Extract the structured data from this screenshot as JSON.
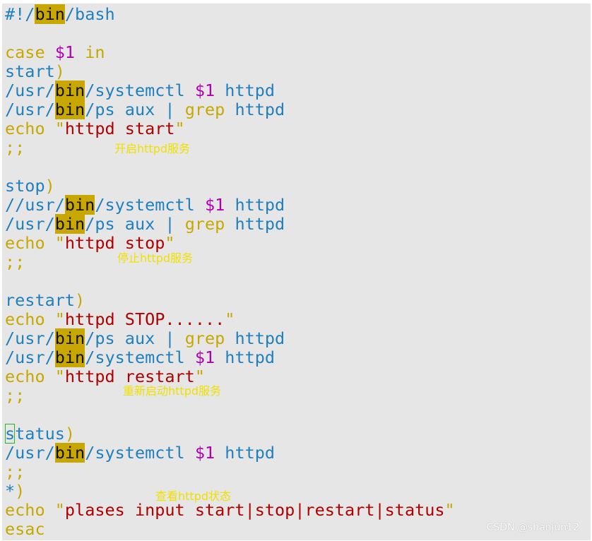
{
  "script": {
    "line1": {
      "a": "#!/",
      "b": "bin",
      "c": "/bash"
    },
    "line3": {
      "case": "case",
      "arg": "$1",
      "in": "in"
    },
    "line4": {
      "label": "start",
      "paren": ")"
    },
    "line5": {
      "p1": "/usr/",
      "p2": "bin",
      "p3": "/systemctl",
      "arg": "$1",
      "svc": "httpd"
    },
    "line6": {
      "p1": "/usr/",
      "p2": "bin",
      "p3": "/ps aux |",
      "grep": "grep",
      "svc": "httpd"
    },
    "line7": {
      "echo": "echo",
      "q1": "\"",
      "str": "httpd start",
      "q2": "\""
    },
    "line8": {
      "semi": ";;"
    },
    "line10": {
      "label": "stop",
      "paren": ")"
    },
    "line11": {
      "p1": "//usr/",
      "p2": "bin",
      "p3": "/systemctl",
      "arg": "$1",
      "svc": "httpd"
    },
    "line12": {
      "p1": "/usr/",
      "p2": "bin",
      "p3": "/ps aux |",
      "grep": "grep",
      "svc": "httpd"
    },
    "line13": {
      "echo": "echo",
      "q1": "\"",
      "str": "httpd stop",
      "q2": "\""
    },
    "line14": {
      "semi": ";;"
    },
    "line16": {
      "label": "restart",
      "paren": ")"
    },
    "line17": {
      "echo": "echo",
      "q1": "\"",
      "str": "httpd STOP......",
      "q2": "\""
    },
    "line18": {
      "p1": "/usr/",
      "p2": "bin",
      "p3": "/ps aux |",
      "grep": "grep",
      "svc": "httpd"
    },
    "line19": {
      "p1": "/usr/",
      "p2": "bin",
      "p3": "/systemctl",
      "arg": "$1",
      "svc": "httpd"
    },
    "line20": {
      "echo": "echo",
      "q1": "\"",
      "str": "httpd restart",
      "q2": "\""
    },
    "line21": {
      "semi": ";;"
    },
    "line23": {
      "cursor_char": "s",
      "label": "tatus",
      "paren": ")"
    },
    "line24": {
      "p1": "/usr/",
      "p2": "bin",
      "p3": "/systemctl",
      "arg": "$1",
      "svc": "httpd"
    },
    "line25": {
      "semi": ";;"
    },
    "line26": {
      "star": "*",
      "paren": ")"
    },
    "line27": {
      "echo": "echo",
      "q1": "\"",
      "str": "plases input start|stop|restart|status",
      "q2": "\""
    },
    "line28": {
      "esac": "esac"
    }
  },
  "annotations": {
    "start": "开启httpd服务",
    "stop": "停止httpd服务",
    "restart": "重新启动httpd服务",
    "status": "查看httpd状态"
  },
  "watermark": "CSDN @shanjun12",
  "colors": {
    "background": "#e6e6e6",
    "keyword": "#c6a800",
    "path": "#1f7fbf",
    "variable": "#b000b0",
    "string": "#b00000",
    "search_highlight": "#c8a800",
    "annotation": "#f0e000"
  }
}
